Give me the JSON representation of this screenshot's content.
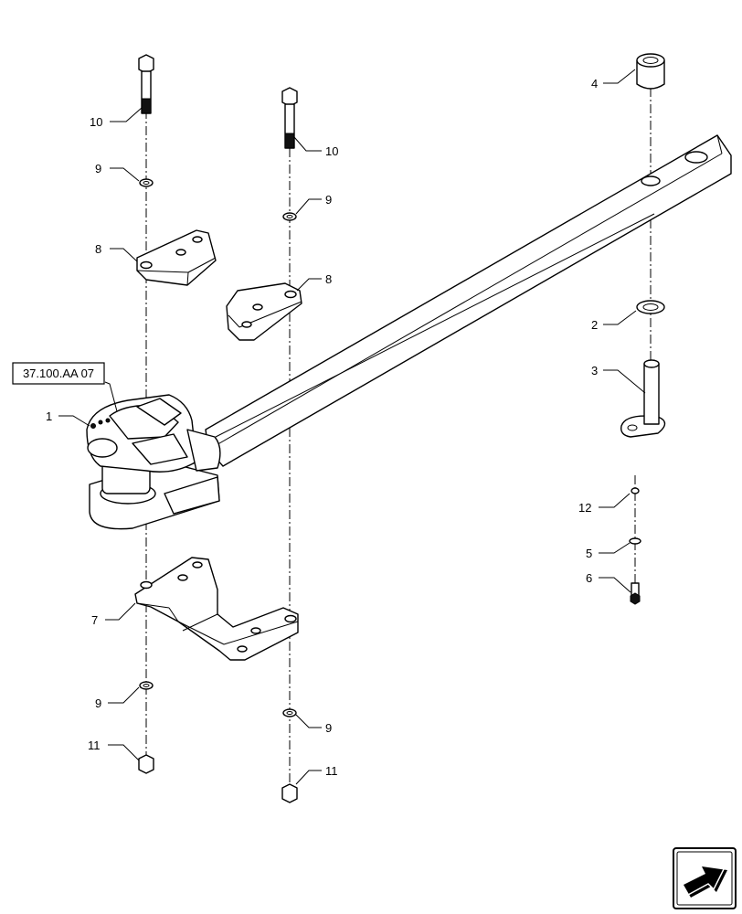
{
  "reference_box": "37.100.AA 07",
  "callouts": {
    "c1": "1",
    "c2": "2",
    "c3": "3",
    "c4": "4",
    "c5": "5",
    "c6": "6",
    "c7": "7",
    "c8a": "8",
    "c8b": "8",
    "c9a": "9",
    "c9b": "9",
    "c9c": "9",
    "c9d": "9",
    "c10a": "10",
    "c10b": "10",
    "c11a": "11",
    "c11b": "11",
    "c12": "12"
  },
  "nav_icon": "next-page-arrow-icon"
}
